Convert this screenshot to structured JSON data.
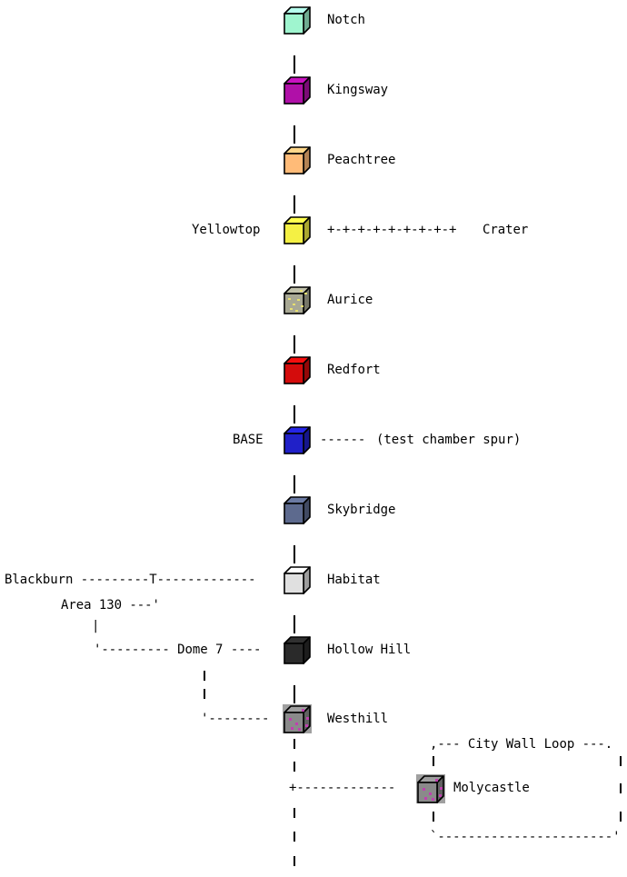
{
  "diagram": {
    "stations": [
      {
        "name": "Notch",
        "color": "#9ff5cf",
        "texture": "plain"
      },
      {
        "name": "Kingsway",
        "color": "#b010a8",
        "texture": "plain"
      },
      {
        "name": "Peachtree",
        "color": "#ffbb78",
        "texture": "plain"
      },
      {
        "name": "Yellowtop",
        "color": "#f4f044",
        "texture": "plain"
      },
      {
        "name": "Aurice",
        "color": "#a8a894",
        "texture": "speckled-gold"
      },
      {
        "name": "Redfort",
        "color": "#d40c0c",
        "texture": "plain"
      },
      {
        "name": "BASE",
        "color": "#2020c8",
        "texture": "plain"
      },
      {
        "name": "Skybridge",
        "color": "#5d6a8e",
        "texture": "plain"
      },
      {
        "name": "Habitat",
        "color": "#e0e0e0",
        "texture": "plain"
      },
      {
        "name": "Hollow Hill",
        "color": "#2a2a2a",
        "texture": "plain"
      },
      {
        "name": "Westhill",
        "color": "#8a8a8a",
        "texture": "speckled-pink"
      },
      {
        "name": "Molycastle",
        "color": "#8a8a8a",
        "texture": "speckled-pink"
      }
    ],
    "labels": {
      "notch": "Notch",
      "kingsway": "Kingsway",
      "peachtree": "Peachtree",
      "yellowtop": "Yellowtop",
      "crater_link": "+-+-+-+-+-+-+-+-+",
      "crater": "Crater",
      "aurice": "Aurice",
      "redfort": "Redfort",
      "base": "BASE",
      "spur_line": "------",
      "spur": "(test chamber spur)",
      "skybridge": "Skybridge",
      "blackburn_line": "Blackburn ---------T-------------",
      "habitat": "Habitat",
      "area130_line": "Area 130 ---'",
      "area130_pipe": "|",
      "dome7_line": "'--------- Dome 7 ----",
      "hollow_hill": "Hollow Hill",
      "westhill_line": "'--------",
      "westhill": "Westhill",
      "loop_top": ",--- City Wall Loop ---.",
      "molycastle_branch": "+-------------",
      "molycastle": "Molycastle",
      "loop_bottom": "`-----------------------'"
    }
  }
}
